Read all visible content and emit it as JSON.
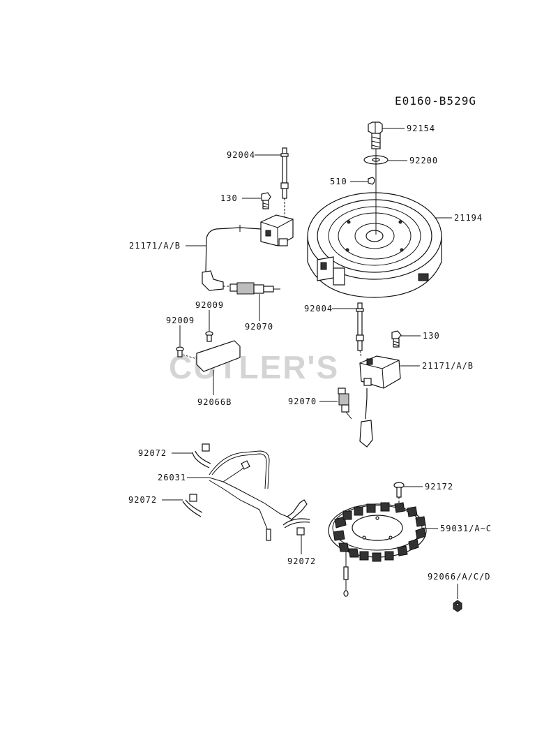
{
  "diagram": {
    "code": "E0160-B529G",
    "watermark": "CUTLER'S",
    "labels": {
      "p92154": "92154",
      "p92200": "92200",
      "p510": "510",
      "p21194": "21194",
      "p92004_top": "92004",
      "p130_top": "130",
      "p21171_left": "21171/A/B",
      "p92009_a": "92009",
      "p92009_b": "92009",
      "p92070_left": "92070",
      "p92066B": "92066B",
      "p92004_right": "92004",
      "p130_right": "130",
      "p21171_right": "21171/A/B",
      "p92070_right": "92070",
      "p92072_a": "92072",
      "p26031": "26031",
      "p92072_b": "92072",
      "p92072_c": "92072",
      "p92172": "92172",
      "p59031": "59031/A~C",
      "p92066ACD": "92066/A/C/D"
    }
  }
}
